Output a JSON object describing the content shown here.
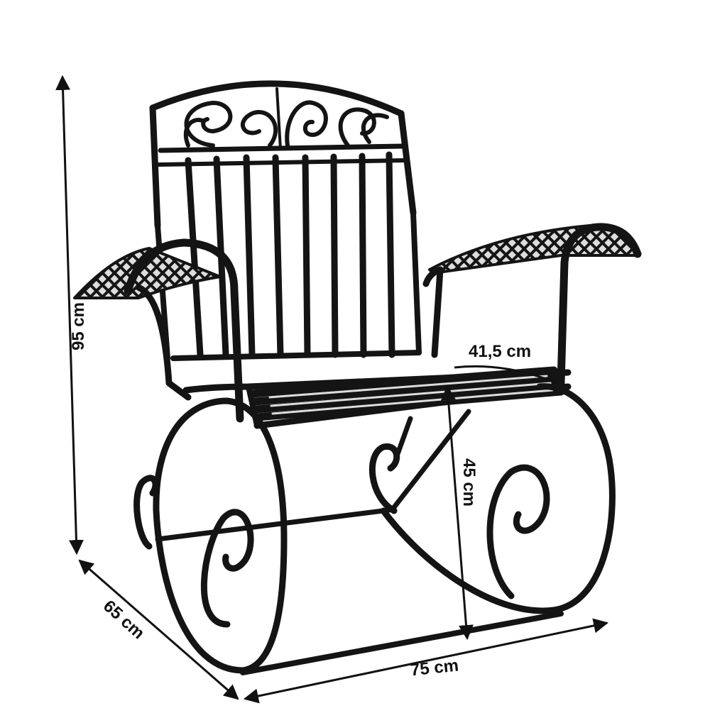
{
  "image": {
    "subject": "black wrought-iron rocking chair with scrolled rockers, slatted back and lattice armrests",
    "colors": {
      "metal": "#141414",
      "dimension_lines": "#111111",
      "background": "#ffffff"
    }
  },
  "dimensions": {
    "height": "95 cm",
    "depth": "65 cm",
    "width": "75 cm",
    "seat_height": "45 cm",
    "seat_depth": "41,5 cm"
  }
}
